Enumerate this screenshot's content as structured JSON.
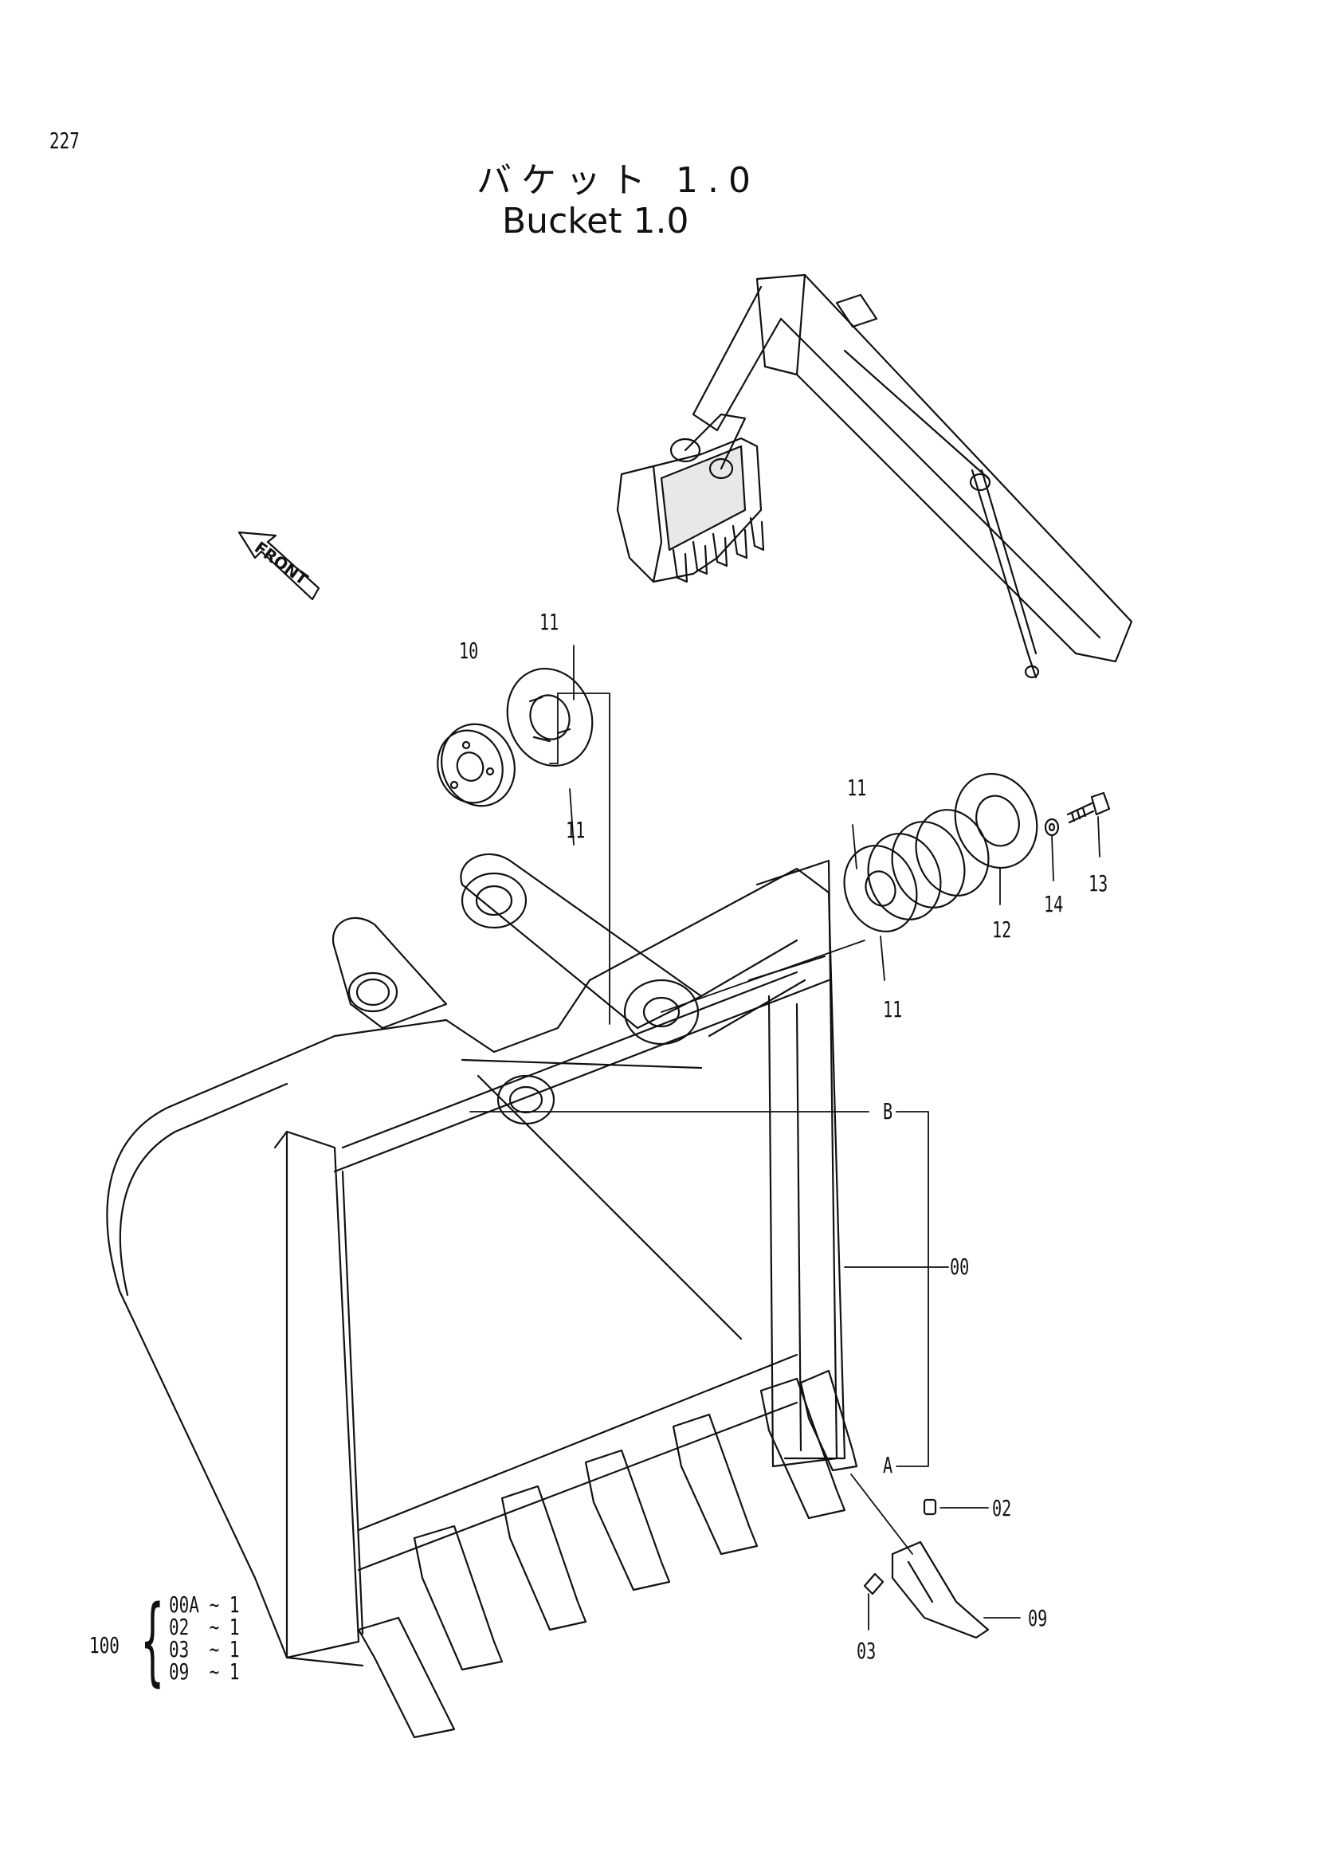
{
  "page_number": "227",
  "title_jp": "バケット 1.0",
  "title_en": "Bucket 1.0",
  "direction_label": "FRONT",
  "callouts": {
    "c00": "00",
    "c02": "02",
    "c03": "03",
    "c09": "09",
    "c10": "10",
    "c11a": "11",
    "c11b": "11",
    "c11c": "11",
    "c11d": "11",
    "c12": "12",
    "c13": "13",
    "c14": "14",
    "cA": "A",
    "cB": "B"
  },
  "kit": {
    "ref": "100",
    "lines": [
      "00A ~ 1",
      "02  ~ 1",
      "03  ~ 1",
      "09  ~ 1"
    ]
  },
  "colors": {
    "line": "#111111",
    "background": "#ffffff"
  }
}
